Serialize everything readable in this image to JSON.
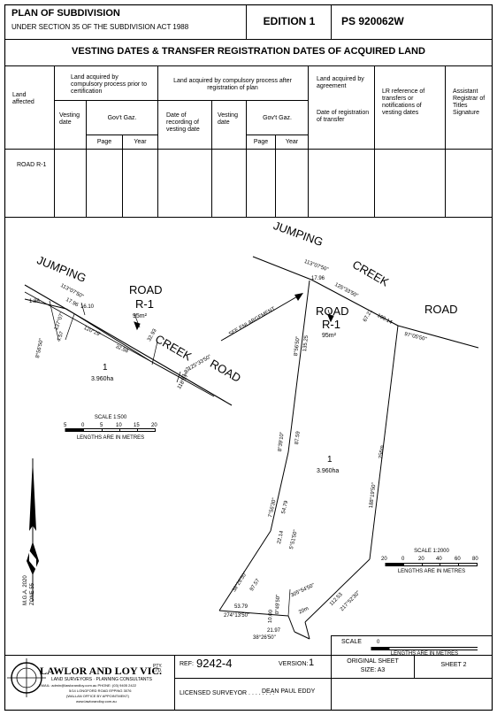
{
  "header": {
    "title": "PLAN OF SUBDIVISION",
    "subtitle": "UNDER SECTION 35 OF THE SUBDIVISION ACT 1988",
    "edition": "EDITION 1",
    "ps_number": "PS 920062W"
  },
  "vesting_table": {
    "title": "VESTING DATES & TRANSFER REGISTRATION DATES OF ACQUIRED LAND",
    "col_land_affected": "Land affected",
    "group_compulsory_prior": "Land acquired by compulsory process prior to certification",
    "group_compulsory_after": "Land acquired by compulsory process after registration of plan",
    "group_agreement": "Land acquired by agreement",
    "col_lr_reference": "LR reference of transfers or notifications of vesting dates",
    "col_assistant_registrar": "Assistant Registrar of Titles Signature",
    "sub_vesting_date": "Vesting date",
    "sub_govt_gaz": "Gov't Gaz.",
    "sub_date_recording": "Date of recording of vesting date",
    "sub_date_registration": "Date of registration of transfer",
    "sub_page": "Page",
    "sub_year": "Year",
    "rows": [
      {
        "land": "ROAD R-1"
      }
    ]
  },
  "plan_left": {
    "jumping": "JUMPING",
    "creek": "CREEK",
    "road_title": "ROAD",
    "road_id": "R-1",
    "road_area": "95m²",
    "road2": "ROAD",
    "lot_number": "1",
    "lot_area": "3.960ha",
    "bearings": [
      "113°07'50\"",
      "137°07'",
      "120°29'",
      "125°33'50\"",
      "118°17'",
      "8°56'50\""
    ],
    "distances": [
      "1.86",
      "17.96",
      "16.10",
      "4.57",
      "32.58",
      "32.93",
      "11.82"
    ]
  },
  "see_enlargement": "SEE ENLARGEMENT",
  "scale_left": {
    "label": "SCALE 1:500",
    "ticks": [
      "5",
      "0",
      "5",
      "10",
      "15",
      "20"
    ],
    "units": "LENGTHS ARE IN METRES"
  },
  "plan_right": {
    "jumping": "JUMPING",
    "creek": "CREEK",
    "road_top": "ROAD",
    "road_title": "ROAD",
    "road_id": "R-1",
    "road_area": "95m²",
    "lot_number": "1",
    "lot_area": "3.960ha",
    "bearings": [
      "113°07'50\"",
      "125°33'50\"",
      "97°05'50\"",
      "8°56'50\"",
      "8°39'10\"",
      "7°56'30\"",
      "5°51'50\"",
      "188°19'50\"",
      "217°52'30\"",
      "305°54'50\"",
      "0°49'50\"",
      "274°13'50\"",
      "286°27'50\"",
      "38°26'50\""
    ],
    "distances": [
      "17.96",
      "100.14",
      "67.21",
      "135.25",
      "87.59",
      "54.79",
      "22.14",
      "256m",
      "112.53",
      "20m",
      "10.00",
      "53.79",
      "21.97",
      "97.57"
    ]
  },
  "scale_right": {
    "label": "SCALE 1:2000",
    "ticks": [
      "20",
      "0",
      "20",
      "40",
      "60",
      "80"
    ],
    "units": "LENGTHS ARE IN METRES"
  },
  "north": {
    "datum": "M.G.A. 2020",
    "zone": "ZONE 55"
  },
  "title_block": {
    "firm_name": "LAWLOR AND LOY VIC.",
    "firm_suffix": "PTY. LTD.",
    "firm_tagline": "LAND SURVEYORS · PLANNING CONSULTANTS",
    "firm_contact": "EMAIL: admin@lawlorandloy.com.au  PHONE: (03) 9405 2422",
    "firm_address": "5/14 LONGFORD ROAD EPPING 3076",
    "firm_office": "(WALLAN OFFICE BY APPOINTMENT)",
    "firm_web": "www.lawlorandloy.com.au",
    "ref_label": "REF:",
    "ref_value": "9242-4",
    "version_label": "VERSION:",
    "version_value": "1",
    "surveyor_label": "LICENSED SURVEYOR . . . . . . . .",
    "surveyor_name": "DEAN PAUL EDDY",
    "scale_label": "SCALE",
    "scale_tick": "0",
    "scale_units": "LENGTHS ARE IN METRES",
    "original_sheet_label": "ORIGINAL SHEET",
    "original_sheet_size": "SIZE: A3",
    "sheet_label": "SHEET 2"
  }
}
